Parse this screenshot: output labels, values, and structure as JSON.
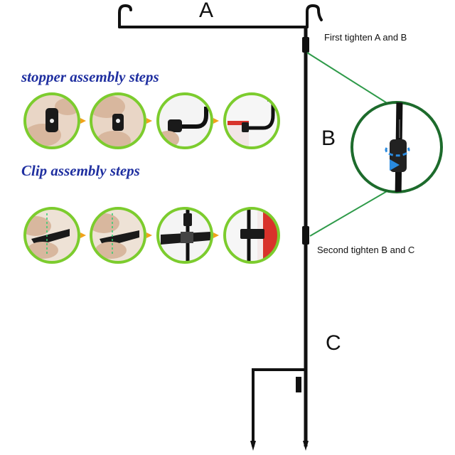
{
  "labels": {
    "part_a": "A",
    "part_b": "B",
    "part_c": "C"
  },
  "instructions": {
    "first": "First tighten A and B",
    "second": "Second tighten B and C"
  },
  "sections": {
    "stopper_title": "stopper assembly steps",
    "clip_title": "Clip assembly steps"
  },
  "colors": {
    "pole": "#111111",
    "circle_border": "#7ccc2e",
    "zoom_border": "#1d6b2c",
    "connector_line": "#2e9a49",
    "arrow": "#f0a31a",
    "heading": "#1f2fa0",
    "rotate_indicator": "#2a8be0",
    "flag_red": "#d8322b"
  },
  "icons": {
    "step_arrow": "orange-right-arrow",
    "rotate": "rotate-arrow-icon"
  }
}
